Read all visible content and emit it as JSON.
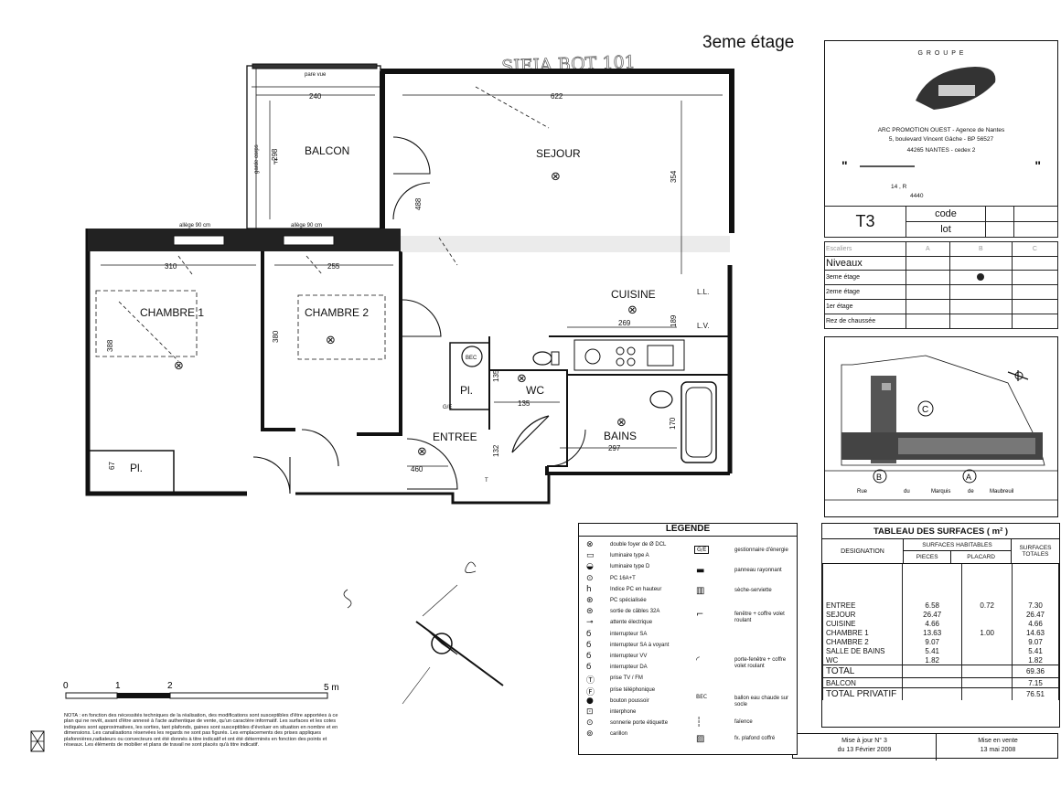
{
  "floor_title": "3eme étage",
  "stamp_text": "SIEIA BOT 101",
  "rooms": {
    "balcon": "BALCON",
    "sejour": "SEJOUR",
    "cuisine": "CUISINE",
    "chambre1": "CHAMBRE 1",
    "chambre2": "CHAMBRE 2",
    "wc": "WC",
    "bains": "BAINS",
    "entree": "ENTREE",
    "placard1": "Pl.",
    "placard2": "Pl."
  },
  "dimensions": {
    "d240": "240",
    "d622": "622",
    "d298": "298",
    "d354": "354",
    "d488": "488",
    "d310": "310",
    "d255": "255",
    "d388": "388",
    "d380": "380",
    "d269": "269",
    "d189": "189",
    "d135a": "135",
    "d135b": "135",
    "d170": "170",
    "d297": "297",
    "d132": "132",
    "d460": "460",
    "d67": "67",
    "allege1": "allège 90 cm",
    "allege2": "allège 90 cm",
    "pare_vue": "pare vue",
    "garde_corps": "garde corps",
    "dim_f": "F",
    "ll": "L.L.",
    "lv": "L.V.",
    "bec": "BEC",
    "ge": "G/E",
    "t": "T"
  },
  "scale_bar": {
    "ticks": [
      "0",
      "1",
      "2",
      "5 m"
    ]
  },
  "note": "NOTA : en fonction des nécessités techniques de la réalisation, des modifications sont susceptibles d'être apportées à ce plan qui ne revêt, avant d'être annexé à l'acte authentique de vente, qu'un caractère informatif. Les surfaces et les cotes indiquées sont approximatives, les sorties, tant plafonds, gaines sont susceptibles d'évoluer en situation en nombre et en dimensions. Les canalisations réservées les regards ne sont pas figurés. Les emplacements des prises appliques plafonnières,radiateurs ou convecteurs ont été donnés à titre indicatif et ont été déterminés en fonction des points et réseaux. Les éléments de mobilier et plans de travail ne sont placés qu'à titre indicatif.",
  "company": {
    "groupe": "G R O U P E",
    "name": "ARC PROMOTION OUEST - Agence de Nantes",
    "address": "5, boulevard Vincent Gâche - BP 56527",
    "city": "44265 NANTES - cedex 2",
    "program_line1": "14 , R",
    "program_line2": "4440"
  },
  "lot": {
    "type": "T3",
    "code_label": "code",
    "lot_label": "lot"
  },
  "niveaux": {
    "header": "Niveaux",
    "col_labels": [
      "Escaliers",
      "A",
      "B",
      "C"
    ],
    "rows": [
      "3eme étage",
      "2eme étage",
      "1er étage",
      "Rez de chaussée"
    ]
  },
  "situation": {
    "street": [
      "Rue",
      "du",
      "Marquis",
      "de",
      "Maubreuil"
    ],
    "markers": [
      "A",
      "B",
      "C"
    ]
  },
  "surfaces": {
    "title": "TABLEAU DES SURFACES ( m² )",
    "col_designation": "DESIGNATION",
    "col_habitables": "SURFACES HABITABLES",
    "col_pieces": "PIECES",
    "col_placard": "PLACARD",
    "col_totales": "SURFACES TOTALES",
    "rows": [
      {
        "name": "ENTREE",
        "pieces": "6.58",
        "placard": "0.72",
        "total": "7.30"
      },
      {
        "name": "SEJOUR",
        "pieces": "26.47",
        "placard": "",
        "total": "26.47"
      },
      {
        "name": "CUISINE",
        "pieces": "4.66",
        "placard": "",
        "total": "4.66"
      },
      {
        "name": "CHAMBRE 1",
        "pieces": "13.63",
        "placard": "1.00",
        "total": "14.63"
      },
      {
        "name": "CHAMBRE 2",
        "pieces": "9.07",
        "placard": "",
        "total": "9.07"
      },
      {
        "name": "SALLE DE BAINS",
        "pieces": "5.41",
        "placard": "",
        "total": "5.41"
      },
      {
        "name": "WC",
        "pieces": "1.82",
        "placard": "",
        "total": "1.82"
      }
    ],
    "total_label": "TOTAL",
    "total_value": "69.36",
    "balcon_label": "BALCON",
    "balcon_value": "7.15",
    "privatif_label": "TOTAL PRIVATIF",
    "privatif_value": "76.51"
  },
  "footer": {
    "left_line1": "Mise à jour N° 3",
    "left_line2": "du 13 Février 2009",
    "right_line1": "Mise en vente",
    "right_line2": "13 mai 2008"
  },
  "legend": {
    "title": "LEGENDE",
    "left": [
      "double foyer de Ø DCL",
      "luminaire type A",
      "luminaire type D",
      "PC 16A+T",
      "Indice PC en hauteur",
      "PC spécialisée",
      "sortie de câbles 32A",
      "attente électrique",
      "interrupteur SA",
      "interrupteur SA à voyant",
      "interrupteur VV",
      "interrupteur DA",
      "prise TV / FM",
      "prise téléphonique",
      "bouton poussoir",
      "interphone",
      "sonnerie porte étiquette",
      "carillon"
    ],
    "right": [
      "gestionnaire d'énergie",
      "panneau rayonnant",
      "sèche-serviette",
      "fenêtre + coffre volet roulant",
      "porte-fenêtre + coffre volet roulant",
      "ballon eau chaude sur socle",
      "faïence",
      "fx. plafond coffré"
    ],
    "right_symbols": [
      "G/E",
      "BEC"
    ]
  }
}
